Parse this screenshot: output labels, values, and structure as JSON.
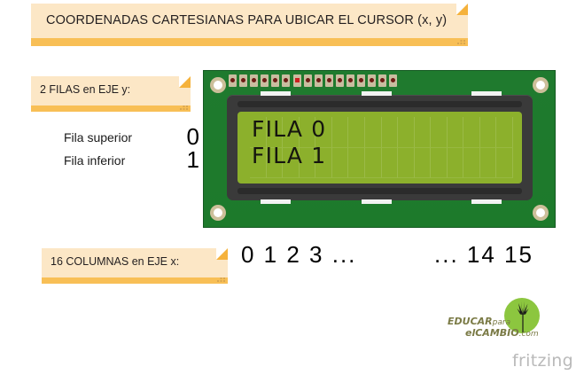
{
  "page": {
    "background": "#ffffff",
    "accent_cream": "#fce7c6",
    "accent_orange": "#f8bf56",
    "lcd_green": "#8cb02c",
    "pcb_green": "#227b30"
  },
  "title_note": {
    "text": "COORDENADAS CARTESIANAS PARA UBICAR EL CURSOR (x, y)"
  },
  "rows_note": {
    "text": "2 FILAS en EJE y:"
  },
  "row_legend": {
    "rows": [
      {
        "label": "Fila superior",
        "value": "0"
      },
      {
        "label": "Fila inferior",
        "value": "1"
      }
    ]
  },
  "cols_note": {
    "text": "16 COLUMNAS en EJE x:"
  },
  "col_numbers": {
    "left": "0 1 2 3 ...",
    "right": "... 14 15"
  },
  "lcd": {
    "line1": "FILA 0",
    "line2": "FILA 1",
    "columns": 16,
    "rows": 2,
    "pin_count": 16,
    "highlighted_pin_index": 7
  },
  "logo": {
    "line1_main": "EDUCAR",
    "line1_sub": "para",
    "line2_main": "elCAMBIO",
    "line2_sub": ".com",
    "icon": "tree-in-circle-icon"
  },
  "watermark": {
    "text": "fritzing"
  }
}
